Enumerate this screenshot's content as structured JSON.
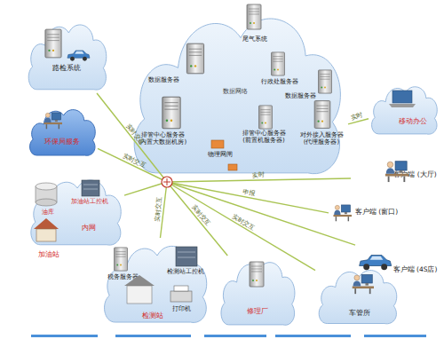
{
  "diagram": {
    "nodes": [
      {
        "text": [
          "数据网络"
        ]
      },
      {
        "text": [
          "尾气系统"
        ],
        "in": 0
      },
      {
        "text": [
          "数据服务器"
        ],
        "in": 0
      },
      {
        "text": [
          "行政处服务器"
        ],
        "in": 0
      },
      {
        "text": [
          "数据服务器"
        ],
        "in": 0
      },
      {
        "text": [
          "排管中心服务器 (内置大数据机房)"
        ],
        "in": 0
      },
      {
        "text": [
          "排管中心服务器 (前置机服务器)"
        ],
        "in": 0
      },
      {
        "text": [
          "对外接入服务器 (代理服务器)"
        ],
        "in": 0
      },
      {
        "text": [
          "物理网闸"
        ],
        "in": 0
      },
      {
        "text": [
          "路检系统"
        ]
      },
      {
        "text": [
          "环保局服务"
        ]
      },
      {
        "text": [
          "内网",
          "加油站"
        ]
      },
      {
        "text": [
          "加油站工控机"
        ],
        "in": 11
      },
      {
        "text": [
          "油库"
        ],
        "in": 11
      },
      {
        "text": [
          "检测站"
        ]
      },
      {
        "text": [
          "税务服务器"
        ],
        "in": 14
      },
      {
        "text": [
          "检测站工控机"
        ],
        "in": 14
      },
      {
        "text": [
          "打印机"
        ],
        "in": 14
      },
      {
        "text": [
          "修理厂"
        ]
      },
      {
        "text": [
          "车管所"
        ]
      },
      {
        "text": [
          "客户端 (大厅)"
        ]
      },
      {
        "text": [
          "客户端 (窗口)"
        ]
      },
      {
        "text": [
          "客户端 (4S店)"
        ]
      },
      {
        "text": [
          "移动办公"
        ]
      }
    ],
    "edges": [
      {
        "from": 0,
        "to": 9,
        "label": "实时交互",
        "arrow": "none"
      },
      {
        "from": 0,
        "to": 10,
        "label": "实时交互",
        "arrow": "none"
      },
      {
        "from": 0,
        "to": 11,
        "arrow": "none"
      },
      {
        "from": 0,
        "to": 14,
        "label": "实时交互",
        "arrow": "none"
      },
      {
        "from": 0,
        "to": 18,
        "label": "实时交互",
        "arrow": "none"
      },
      {
        "from": 0,
        "to": 19,
        "label": "实时交互",
        "arrow": "none"
      },
      {
        "from": 0,
        "to": 20,
        "label": "实时",
        "arrow": "none"
      },
      {
        "from": 0,
        "to": 21,
        "label": "申报",
        "arrow": "none"
      },
      {
        "from": 0,
        "to": 22,
        "arrow": "none"
      },
      {
        "from": 7,
        "to": 23,
        "label": "实时",
        "arrow": "none"
      }
    ]
  }
}
